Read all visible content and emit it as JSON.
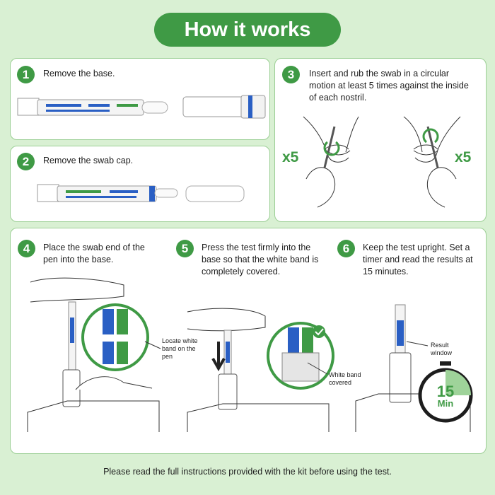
{
  "title": "How it works",
  "steps": [
    {
      "number": "1",
      "text": "Remove the base."
    },
    {
      "number": "2",
      "text": "Remove the swab cap."
    },
    {
      "number": "3",
      "text": "Insert and rub the swab in a circular motion at least 5 times against the inside of each nostril."
    },
    {
      "number": "4",
      "text": "Place the swab end of the pen into the base."
    },
    {
      "number": "5",
      "text": "Press the test firmly into the base so that the white band is completely covered."
    },
    {
      "number": "6",
      "text": "Keep the test upright. Set a timer and read the results at 15 minutes."
    }
  ],
  "repeat_label": "x5",
  "callouts": {
    "locate": "Locate white band on the pen",
    "covered": "White band covered",
    "result_window": "Result window"
  },
  "timer": {
    "value": "15",
    "unit": "Min",
    "progress": 0.25
  },
  "footer": "Please read the full instructions provided with the kit before using the test.",
  "colors": {
    "accent": "#3f9a45",
    "background": "#d9f0d3",
    "band_blue": "#2a5fc4"
  }
}
